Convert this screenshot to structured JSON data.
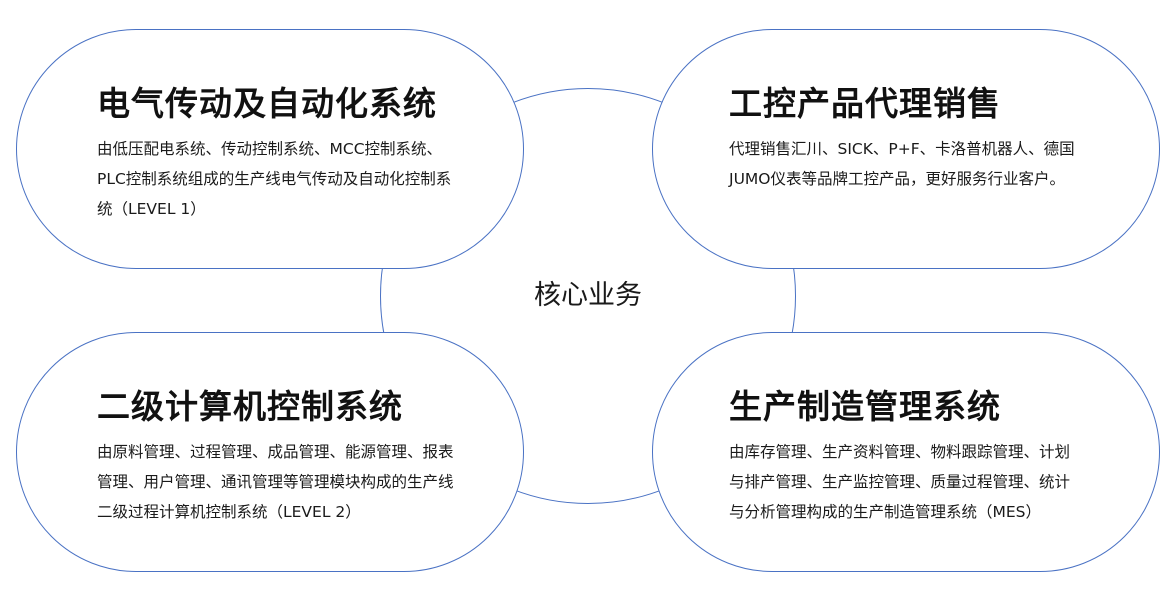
{
  "center": {
    "label": "核心业务"
  },
  "cards": {
    "top_left": {
      "title": "电气传动及自动化系统",
      "description": "由低压配电系统、传动控制系统、MCC控制系统、PLC控制系统组成的生产线电气传动及自动化控制系统（LEVEL 1）"
    },
    "top_right": {
      "title": "工控产品代理销售",
      "description": "代理销售汇川、SICK、P+F、卡洛普机器人、德国JUMO仪表等品牌工控产品，更好服务行业客户。"
    },
    "bottom_left": {
      "title": "二级计算机控制系统",
      "description": "由原料管理、过程管理、成品管理、能源管理、报表管理、用户管理、通讯管理等管理模块构成的生产线二级过程计算机控制系统（LEVEL 2）"
    },
    "bottom_right": {
      "title": "生产制造管理系统",
      "description": "由库存管理、生产资料管理、物料跟踪管理、计划与排产管理、生产监控管理、质量过程管理、统计与分析管理构成的生产制造管理系统（MES）"
    }
  },
  "colors": {
    "outline": "#4a72c4",
    "text": "#1a1a1a"
  }
}
